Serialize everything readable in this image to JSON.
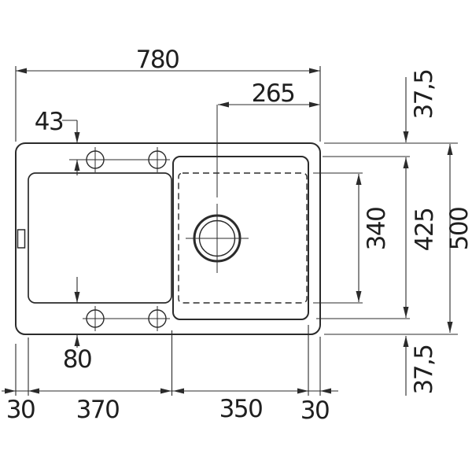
{
  "drawing": {
    "type": "kitchen-sink installation dimension drawing",
    "units": "mm",
    "colors": {
      "line": "#2b2b2b",
      "background": "#ffffff"
    },
    "dims": {
      "total_width": "780",
      "drain_center_to_right_edge": "265",
      "top_holes_to_top_edge": "43",
      "top_rim": "37,5",
      "bowl_inner_length": "340",
      "bowl_length": "425",
      "total_depth": "500",
      "bottom_holes_zone": "80",
      "left_margin": "30",
      "drainer_width": "370",
      "bowl_width": "350",
      "right_margin": "30",
      "bottom_rim": "37,5"
    }
  }
}
